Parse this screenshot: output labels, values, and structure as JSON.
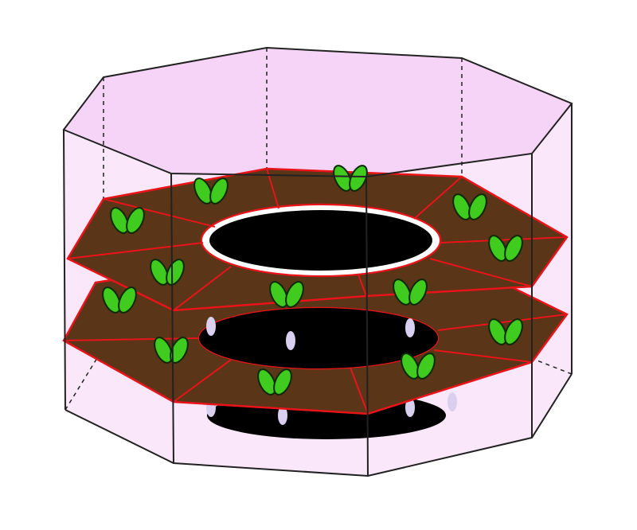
{
  "colors": {
    "enclosure_fill": "#f7dcf8",
    "enclosure_top": "#f5d4f7",
    "frame": "#222222",
    "soil": "#5a3517",
    "soil_edge": "#e8141a",
    "hole": "#000000",
    "hole_rim": "#ffffff",
    "leaf": "#3fcc1f",
    "leaf_outline": "#0c2a05",
    "root": "#d8d0ee"
  },
  "icons": [
    "octagonal-enclosure",
    "soil-tier",
    "seedling",
    "central-reservoir"
  ]
}
